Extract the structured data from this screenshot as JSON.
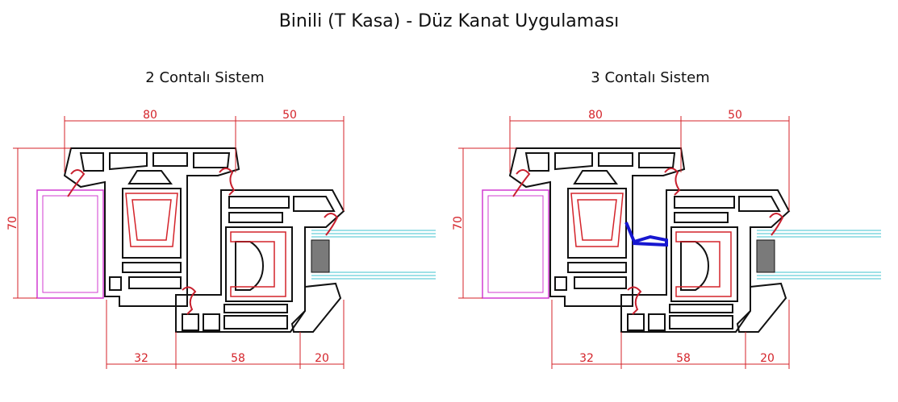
{
  "title": "Binili (T Kasa) - Düz Kanat Uygulaması",
  "colors": {
    "profile": "#111111",
    "dimension": "#d4232a",
    "gasket": "#c8202e",
    "reinforcement": "#d4232a",
    "frame_insert": "#d23bd2",
    "glass": "#3fc3cf",
    "spacer": "#7a7a7a",
    "middle_gasket": "#1717d0"
  },
  "systems": [
    {
      "name": "2 Contalı Sistem",
      "dims": {
        "top_a": "80",
        "top_b": "50",
        "left_h": "70",
        "bot_a": "32",
        "bot_b": "58",
        "bot_c": "20"
      }
    },
    {
      "name": "3 Contalı Sistem",
      "dims": {
        "top_a": "80",
        "top_b": "50",
        "left_h": "70",
        "bot_a": "32",
        "bot_b": "58",
        "bot_c": "20"
      }
    }
  ]
}
